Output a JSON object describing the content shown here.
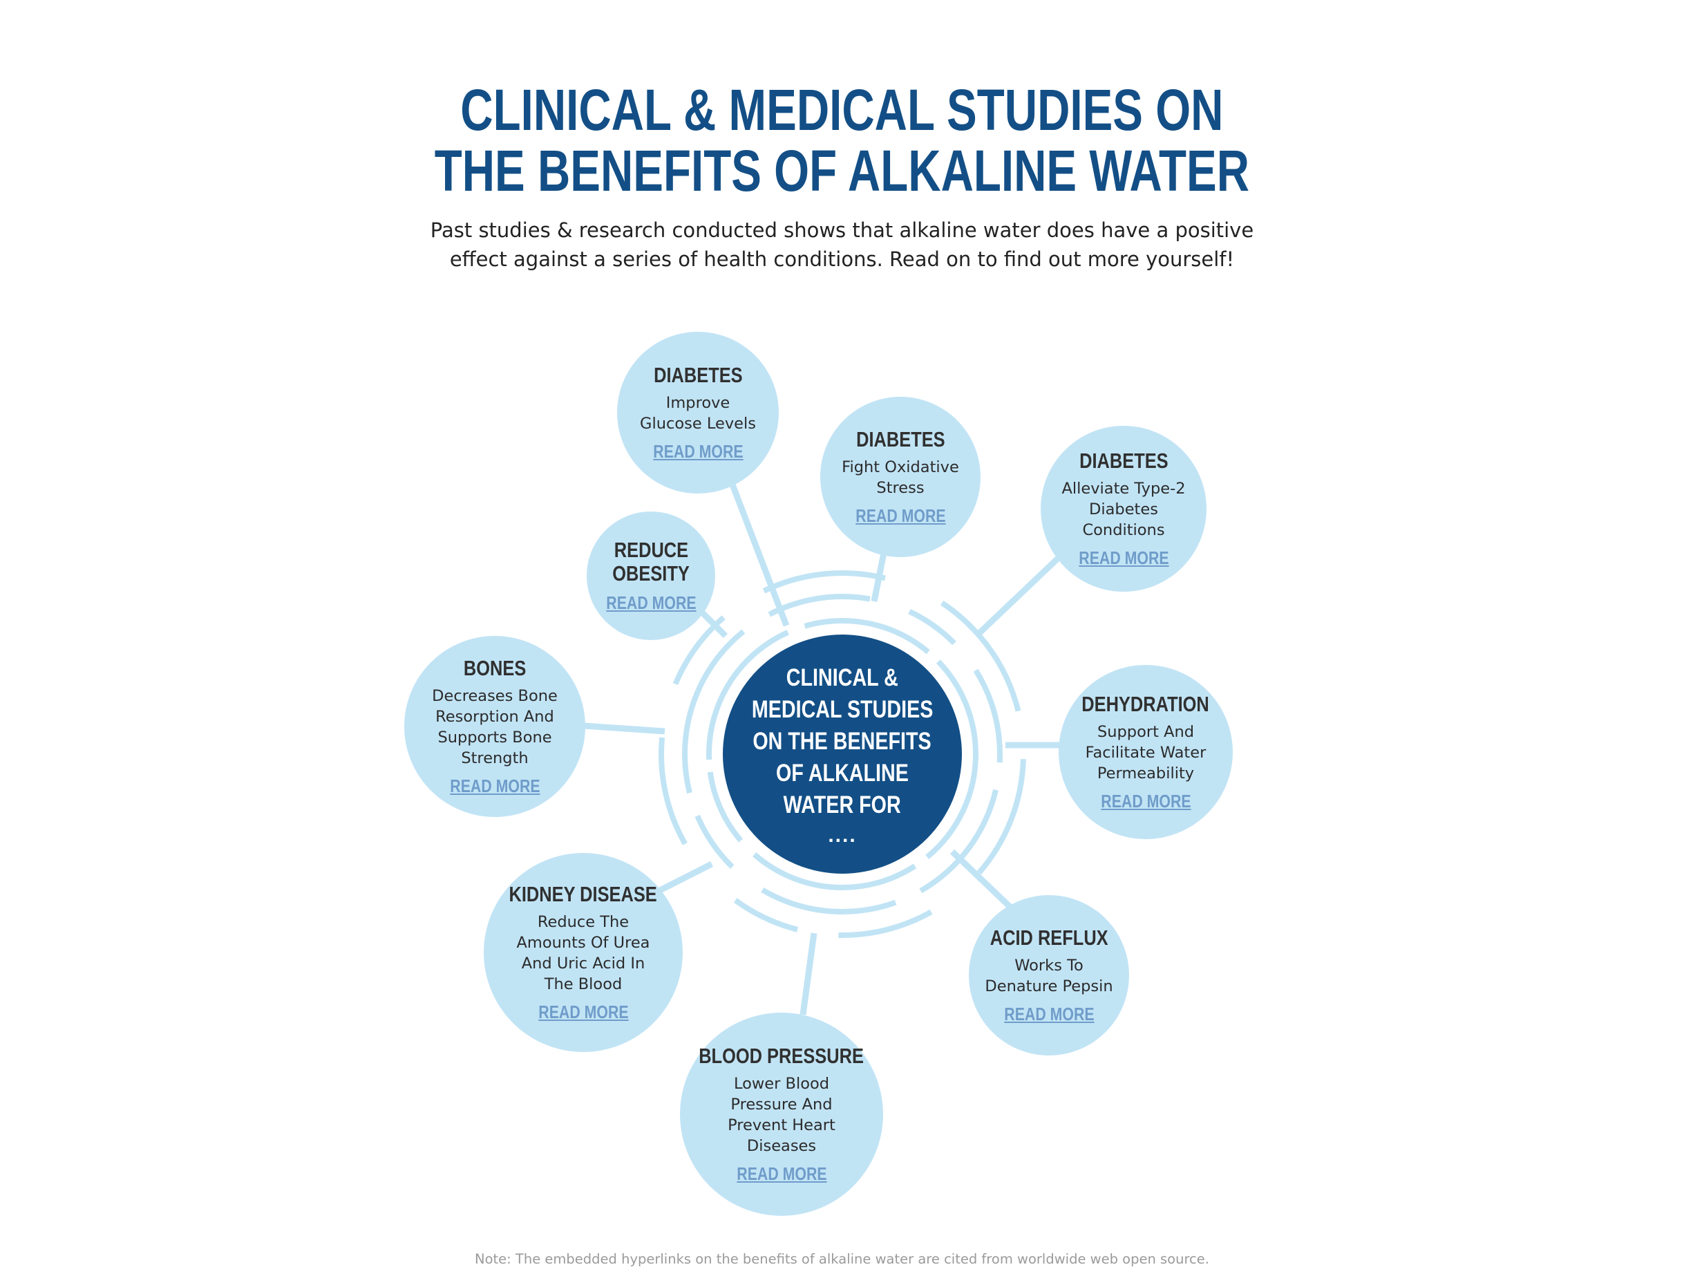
{
  "header": {
    "title_line1": "CLINICAL & MEDICAL STUDIES ON",
    "title_line2": "THE BENEFITS OF ALKALINE WATER",
    "subtitle_line1": "Past studies & research conducted shows that alkaline water does have a positive",
    "subtitle_line2": "effect against a series of health conditions. Read on to find out more yourself!"
  },
  "center": {
    "lines": [
      "CLINICAL &",
      "MEDICAL STUDIES",
      "ON THE BENEFITS",
      "OF ALKALINE",
      "WATER FOR"
    ],
    "dots": "...."
  },
  "colors": {
    "title": "#134f86",
    "node_fill": "#c1e4f5",
    "center_fill": "#134f86",
    "connector": "#c1e4f5",
    "link": "#6f9cc9"
  },
  "nodes": [
    {
      "id": "diabetes-glucose",
      "heading": [
        "DIABETES"
      ],
      "desc": [
        "Improve",
        "Glucose Levels"
      ],
      "link": "READ MORE"
    },
    {
      "id": "diabetes-oxidative",
      "heading": [
        "DIABETES"
      ],
      "desc": [
        "Fight Oxidative",
        "Stress"
      ],
      "link": "READ MORE"
    },
    {
      "id": "diabetes-type2",
      "heading": [
        "DIABETES"
      ],
      "desc": [
        "Alleviate Type-2",
        "Diabetes",
        "Conditions"
      ],
      "link": "READ MORE"
    },
    {
      "id": "reduce-obesity",
      "heading": [
        "REDUCE",
        "OBESITY"
      ],
      "desc": [],
      "link": "READ MORE"
    },
    {
      "id": "bones",
      "heading": [
        "BONES"
      ],
      "desc": [
        "Decreases Bone",
        "Resorption And",
        "Supports Bone",
        "Strength"
      ],
      "link": "READ MORE"
    },
    {
      "id": "dehydration",
      "heading": [
        "DEHYDRATION"
      ],
      "desc": [
        "Support And",
        "Facilitate Water",
        "Permeability"
      ],
      "link": "READ MORE"
    },
    {
      "id": "kidney-disease",
      "heading": [
        "KIDNEY DISEASE"
      ],
      "desc": [
        "Reduce The",
        "Amounts Of Urea",
        "And Uric Acid In",
        "The Blood"
      ],
      "link": "READ MORE"
    },
    {
      "id": "acid-reflux",
      "heading": [
        "ACID REFLUX"
      ],
      "desc": [
        "Works To",
        "Denature Pepsin"
      ],
      "link": "READ MORE"
    },
    {
      "id": "blood-pressure",
      "heading": [
        "BLOOD PRESSURE"
      ],
      "desc": [
        "Lower Blood",
        "Pressure And",
        "Prevent Heart",
        "Diseases"
      ],
      "link": "READ MORE"
    }
  ],
  "footer": {
    "note": "Note: The embedded hyperlinks on the benefits of alkaline water are cited from worldwide web open source."
  }
}
